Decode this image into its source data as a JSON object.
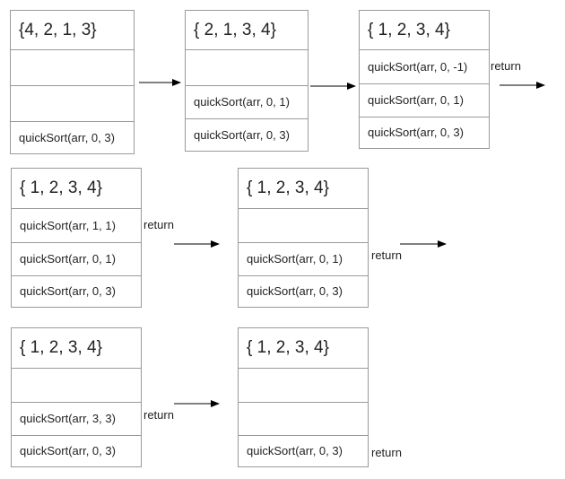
{
  "stacks": [
    {
      "cells": [
        "{4, 2, 1, 3}",
        "",
        "",
        "quickSort(arr, 0, 3)"
      ]
    },
    {
      "cells": [
        "{ 2, 1, 3, 4}",
        "",
        "quickSort(arr, 0, 1)",
        "quickSort(arr, 0, 3)"
      ]
    },
    {
      "cells": [
        "{ 1, 2, 3, 4}",
        "quickSort(arr, 0, -1)",
        "quickSort(arr, 0, 1)",
        "quickSort(arr, 0, 3)"
      ]
    },
    {
      "cells": [
        "{ 1, 2, 3, 4}",
        "quickSort(arr, 1, 1)",
        "quickSort(arr, 0, 1)",
        "quickSort(arr, 0, 3)"
      ]
    },
    {
      "cells": [
        "{ 1, 2, 3, 4}",
        "",
        "quickSort(arr, 0, 1)",
        "quickSort(arr, 0, 3)"
      ]
    },
    {
      "cells": [
        "{ 1, 2, 3, 4}",
        "",
        "quickSort(arr, 3, 3)",
        "quickSort(arr, 0, 3)"
      ]
    },
    {
      "cells": [
        "{ 1, 2, 3, 4}",
        "",
        "",
        "quickSort(arr, 0, 3)"
      ]
    }
  ],
  "return_labels": [
    "return",
    "return",
    "return",
    "return",
    "return"
  ],
  "colors": {
    "border": "#9a9a9a",
    "arrow": "#000000",
    "text": "#222222"
  }
}
